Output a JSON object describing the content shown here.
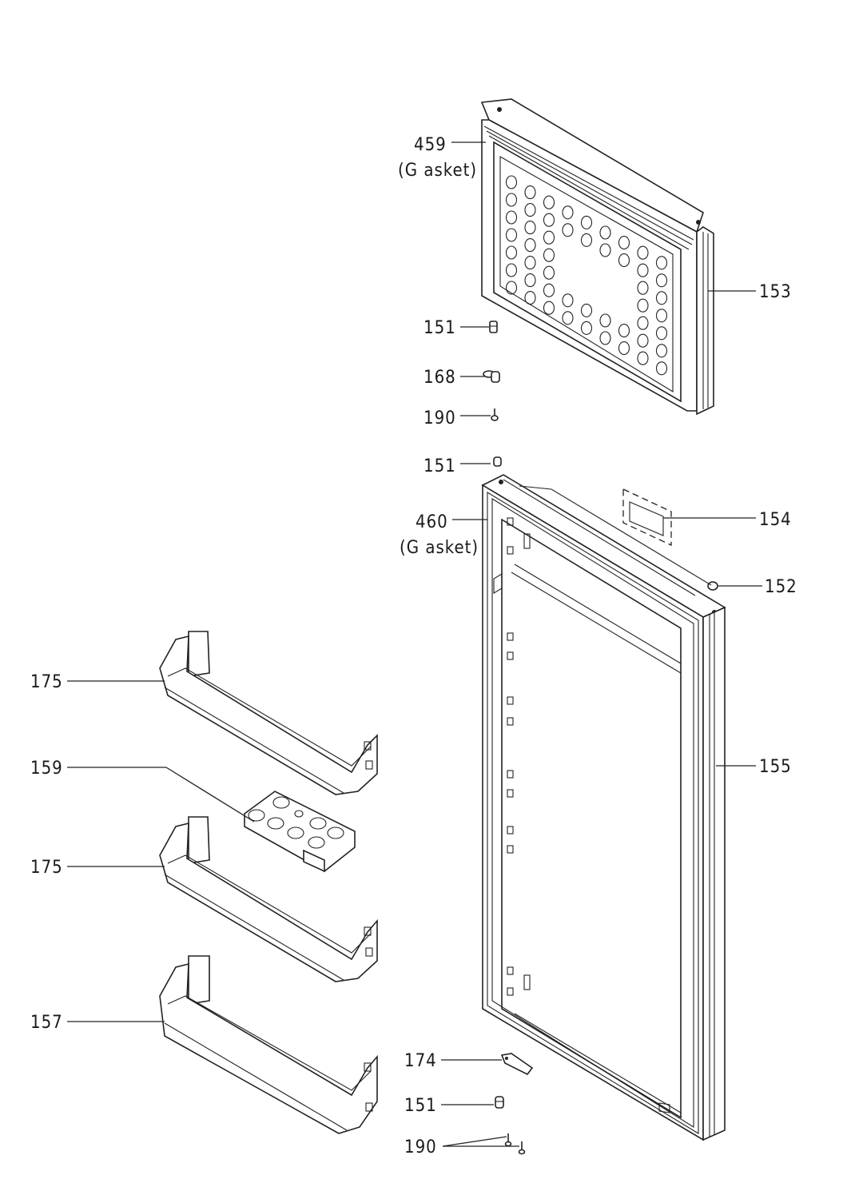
{
  "labels": {
    "freezer_gasket_num": "459",
    "freezer_gasket_note": "(G asket)",
    "freezer_door": "153",
    "hinge_bushing_top": "151",
    "hinge_pin": "168",
    "screw_top": "190",
    "bushing_fridge_top": "151",
    "fridge_gasket_num": "460",
    "fridge_gasket_note": "(G asket)",
    "label_plate": "154",
    "cap": "152",
    "balcony_upper": "175",
    "egg_tray": "159",
    "balcony_middle": "175",
    "fridge_door": "155",
    "bottle_shelf": "157",
    "bottom_bracket": "174",
    "bushing_bottom": "151",
    "screw_bottom": "190"
  }
}
